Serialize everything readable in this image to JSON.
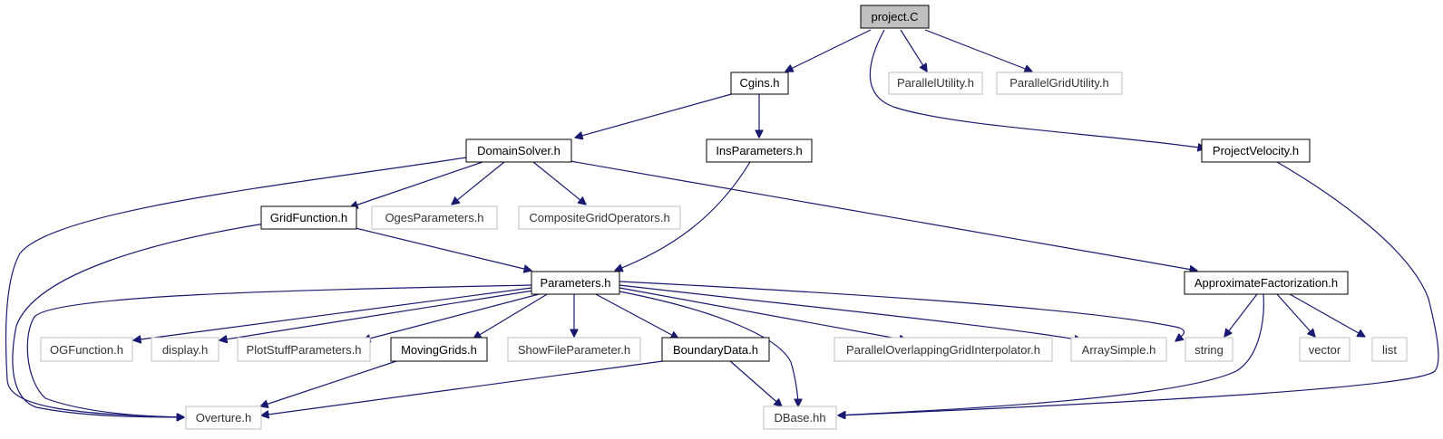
{
  "colors": {
    "edge": "#191970",
    "documented_border": "#000000",
    "external_border": "#bfbfbf",
    "root_fill": "#bfbfbf"
  },
  "nodes": {
    "project_c": "project.C",
    "cgins_h": "Cgins.h",
    "parallel_utility_h": "ParallelUtility.h",
    "parallel_grid_utility_h": "ParallelGridUtility.h",
    "domain_solver_h": "DomainSolver.h",
    "ins_parameters_h": "InsParameters.h",
    "project_velocity_h": "ProjectVelocity.h",
    "grid_function_h": "GridFunction.h",
    "oges_parameters_h": "OgesParameters.h",
    "composite_grid_operators_h": "CompositeGridOperators.h",
    "parameters_h": "Parameters.h",
    "approximate_factorization_h": "ApproximateFactorization.h",
    "og_function_h": "OGFunction.h",
    "display_h": "display.h",
    "plot_stuff_parameters_h": "PlotStuffParameters.h",
    "moving_grids_h": "MovingGrids.h",
    "show_file_parameter_h": "ShowFileParameter.h",
    "boundary_data_h": "BoundaryData.h",
    "parallel_overlapping_grid_interpolator_h": "ParallelOverlappingGridInterpolator.h",
    "array_simple_h": "ArraySimple.h",
    "string": "string",
    "vector": "vector",
    "list": "list",
    "overture_h": "Overture.h",
    "dbase_hh": "DBase.hh"
  }
}
